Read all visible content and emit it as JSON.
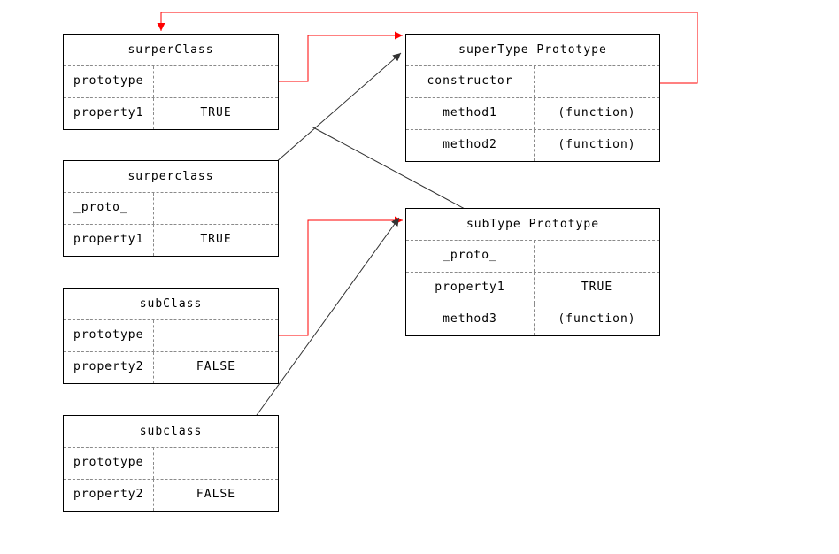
{
  "boxes": [
    {
      "title": "surperClass",
      "rows": [
        {
          "label": "prototype",
          "value": ""
        },
        {
          "label": "property1",
          "value": "TRUE"
        }
      ]
    },
    {
      "title": "surperclass",
      "rows": [
        {
          "label": "_proto_",
          "value": ""
        },
        {
          "label": "property1",
          "value": "TRUE"
        }
      ]
    },
    {
      "title": "subClass",
      "rows": [
        {
          "label": "prototype",
          "value": ""
        },
        {
          "label": "property2",
          "value": "FALSE"
        }
      ]
    },
    {
      "title": "subclass",
      "rows": [
        {
          "label": "prototype",
          "value": ""
        },
        {
          "label": "property2",
          "value": "FALSE"
        }
      ]
    },
    {
      "title": "superType Prototype",
      "rows": [
        {
          "label": "constructor",
          "value": ""
        },
        {
          "label": "method1",
          "value": "(function)"
        },
        {
          "label": "method2",
          "value": "(function)"
        }
      ]
    },
    {
      "title": "subType Prototype",
      "rows": [
        {
          "label": "_proto_",
          "value": ""
        },
        {
          "label": "property1",
          "value": "TRUE"
        },
        {
          "label": "method3",
          "value": "(function)"
        }
      ]
    }
  ],
  "colors": {
    "arrow_red": "#ff0000",
    "arrow_black": "#333333",
    "box_border": "#000000",
    "inner_grid": "#8a8a8a",
    "background": "#ffffff"
  }
}
